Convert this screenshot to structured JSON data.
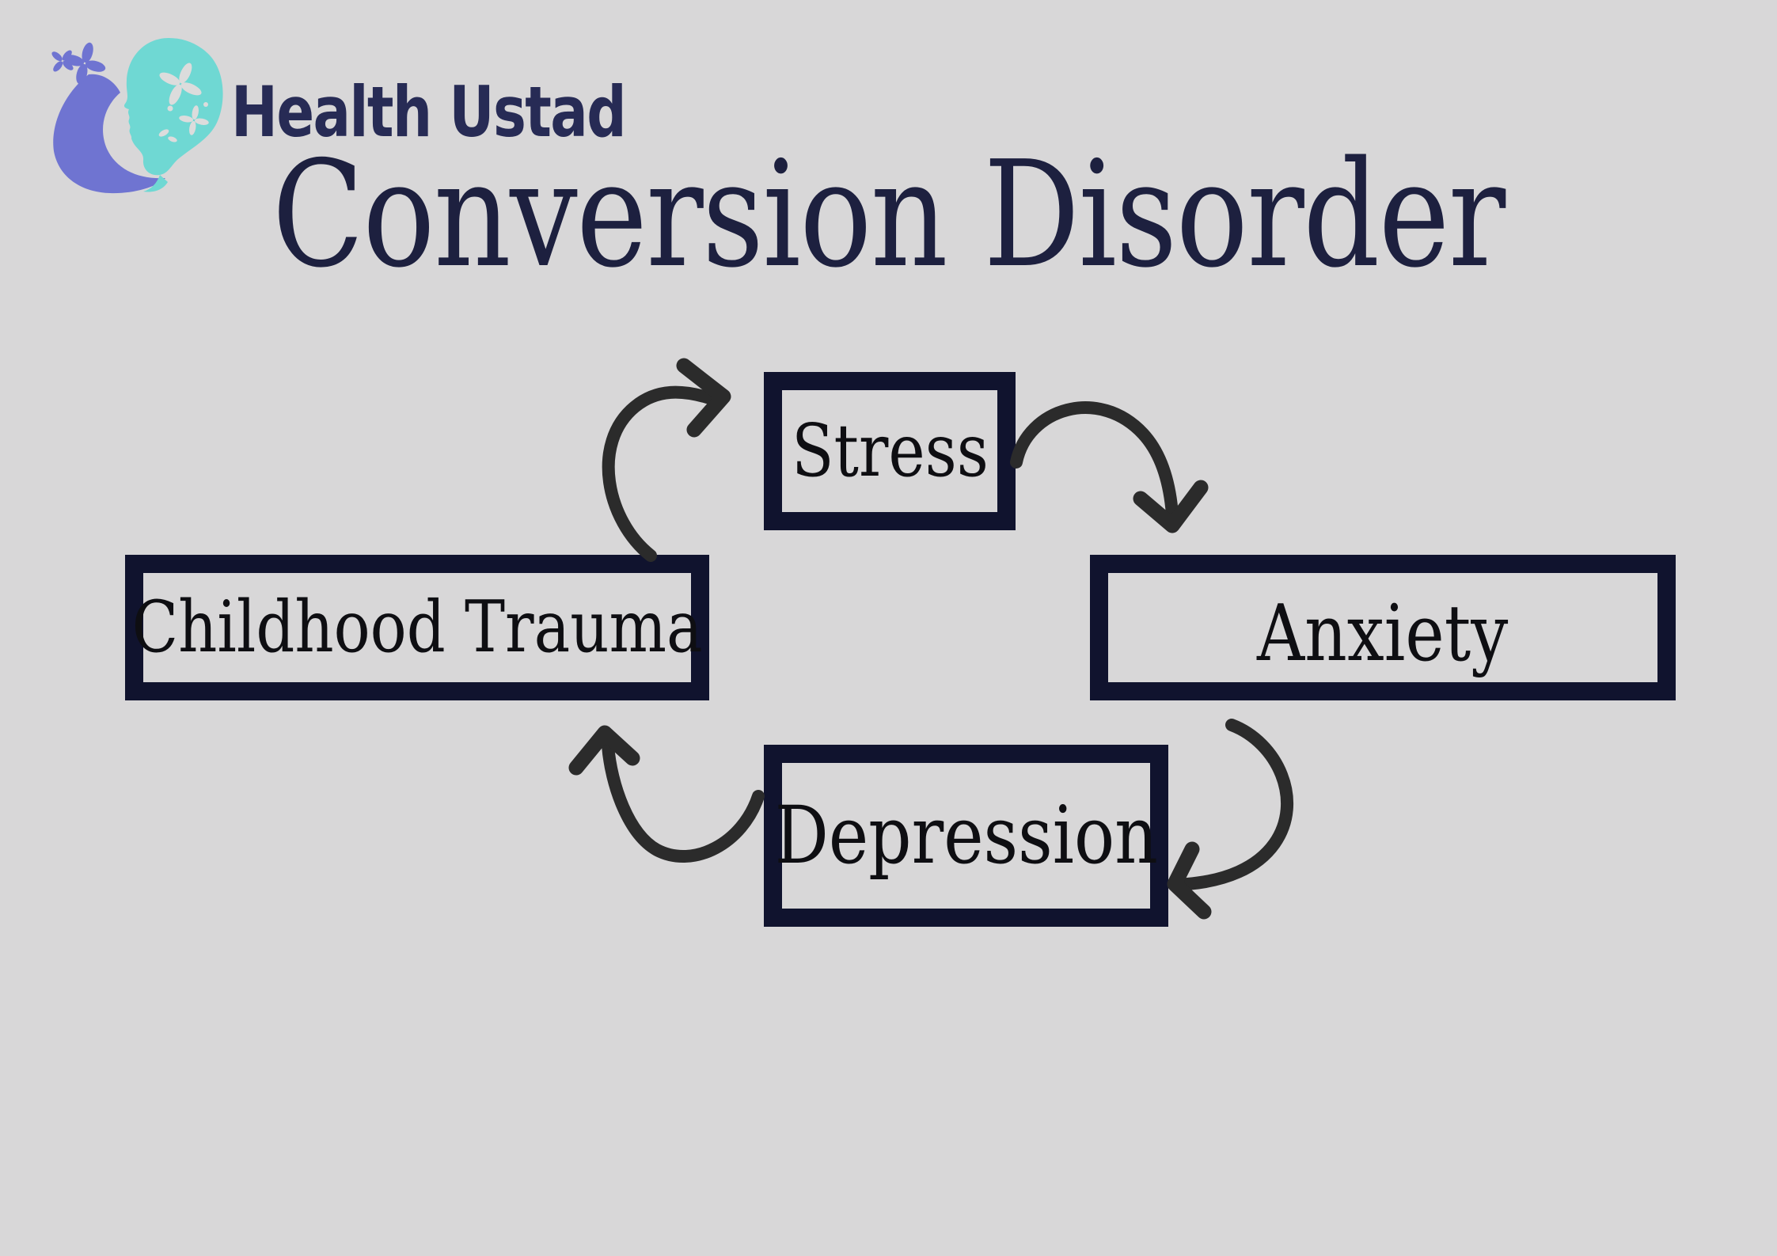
{
  "colors": {
    "background": "#d8d7d8",
    "box_border": "#10132e",
    "box_fill": "#d8d7d8",
    "title_text": "#1d203f",
    "brand_text": "#272b55",
    "node_text": "#0e0e12",
    "arrow": "#2b2b2b",
    "logo_purple": "#6f74d1",
    "logo_teal": "#6fd8d3",
    "logo_flower_white": "#dcdcdc"
  },
  "brand": {
    "name": "Health Ustad"
  },
  "title": {
    "text": "Conversion Disorder"
  },
  "diagram": {
    "type": "cycle",
    "nodes": [
      {
        "id": "stress",
        "label": "Stress"
      },
      {
        "id": "anxiety",
        "label": "Anxiety"
      },
      {
        "id": "depression",
        "label": "Depression"
      },
      {
        "id": "childhood-trauma",
        "label": "Childhood Trauma"
      }
    ],
    "edges": [
      {
        "from": "Childhood Trauma",
        "to": "Stress"
      },
      {
        "from": "Stress",
        "to": "Anxiety"
      },
      {
        "from": "Anxiety",
        "to": "Depression"
      },
      {
        "from": "Depression",
        "to": "Childhood Trauma"
      }
    ]
  }
}
